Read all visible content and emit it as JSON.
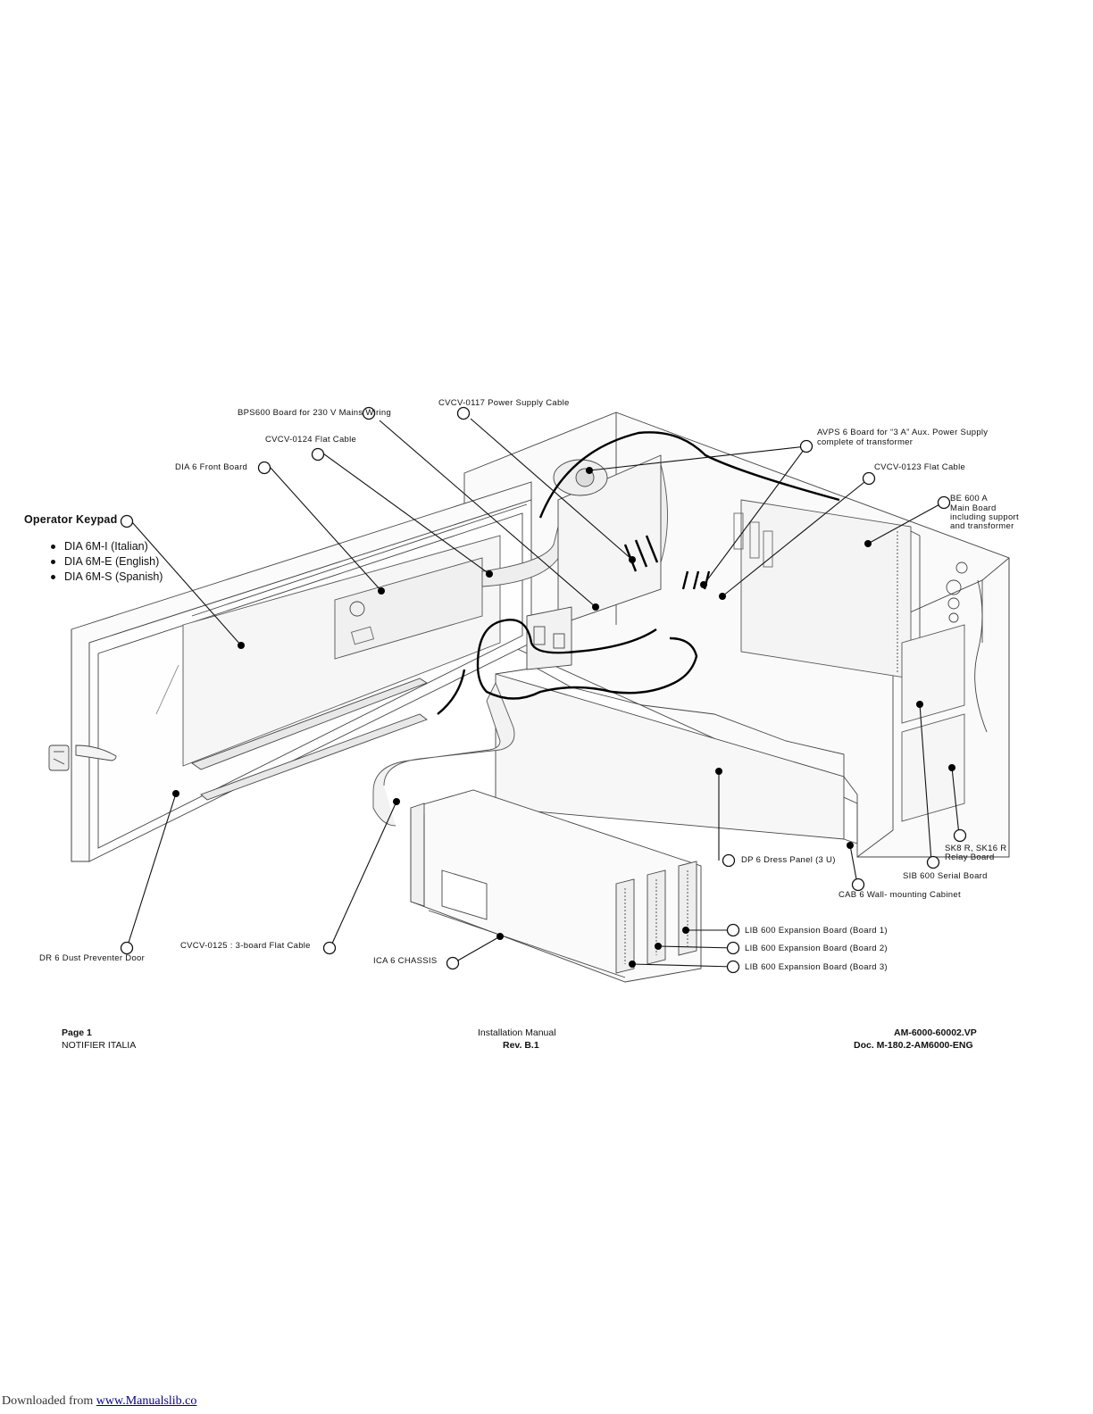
{
  "labels": {
    "bps600": "BPS600 Board for 230 V Mains Wiring",
    "cvcv0117": "CVCV-0117 Power Supply Cable",
    "cvcv0124": "CVCV-0124 Flat Cable",
    "avps6_line1": "AVPS 6 Board for “3 A” Aux. Power Supply",
    "avps6_line2": "complete of transformer",
    "dia6": "DIA 6 Front Board",
    "cvcv0123": "CVCV-0123 Flat Cable",
    "be600_line1": "BE 600 A",
    "be600_line2": "Main Board",
    "be600_line3": "including support",
    "be600_line4": "and transformer",
    "operator_keypad": "Operator Keypad",
    "keypad_models": [
      "DIA 6M-I (Italian)",
      "DIA 6M-E (English)",
      "DIA 6M-S (Spanish)"
    ],
    "sk8_line1": "SK8 R, SK16 R",
    "sk8_line2": "Relay Board",
    "dp6": "DP 6 Dress Panel (3 U)",
    "sib600": "SIB 600 Serial Board",
    "cab6": "CAB 6 Wall- mounting Cabinet",
    "lib600_1": "LIB 600 Expansion Board (Board 1)",
    "lib600_2": "LIB 600 Expansion Board (Board 2)",
    "lib600_3": "LIB 600 Expansion Board (Board 3)",
    "dr6": "DR 6 Dust Preventer Door",
    "cvcv0125": "CVCV-0125 : 3-board Flat Cable",
    "ica6": "ICA 6 CHASSIS"
  },
  "footer": {
    "page": "Page 1",
    "company": "NOTIFIER ITALIA",
    "manual": "Installation Manual",
    "rev": "Rev. B.1",
    "code": "AM-6000-60002.VP",
    "doc": "Doc. M-180.2-AM6000-ENG"
  },
  "download": {
    "prefix": "Downloaded from ",
    "link": "www.Manualslib.co"
  }
}
